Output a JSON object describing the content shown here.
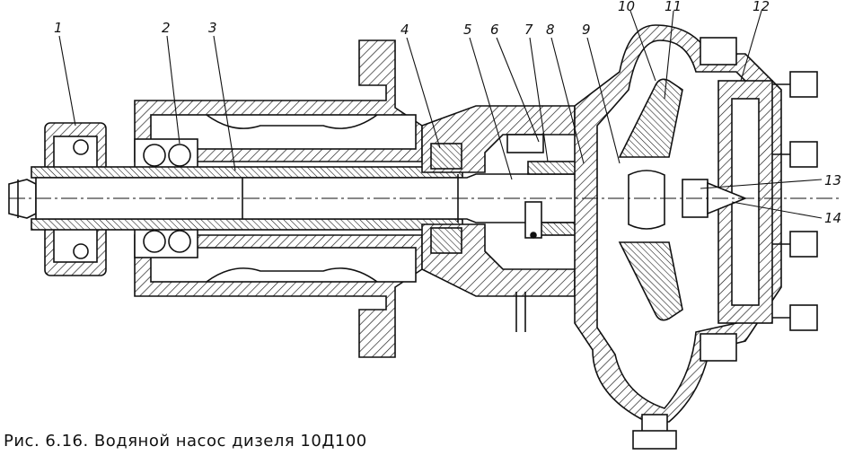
{
  "figure": {
    "caption": "Рис. 6.16. Водяной насос дизеля 10Д100"
  },
  "callouts": {
    "c1": "1",
    "c2": "2",
    "c3": "3",
    "c4": "4",
    "c5": "5",
    "c6": "6",
    "c7": "7",
    "c8": "8",
    "c9": "9",
    "c10": "10",
    "c11": "11",
    "c12": "12",
    "c13": "13",
    "c14": "14"
  },
  "colors": {
    "line": "#111111",
    "paper": "#ffffff"
  }
}
